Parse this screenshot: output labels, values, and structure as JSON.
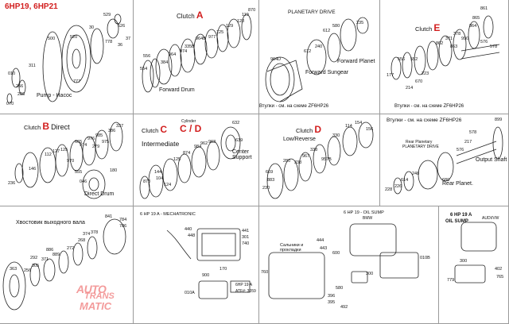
{
  "header": {
    "title": "6HP19, 6HP21"
  },
  "panels": {
    "pump": {
      "caption": "Pump - Насос",
      "numbers": [
        "529",
        "520",
        "500",
        "311",
        "010",
        "070",
        "286",
        "266",
        "777",
        "778",
        "36",
        "37",
        "30",
        "526"
      ]
    },
    "clutch_a": {
      "label": "Clutch",
      "letter": "A",
      "caption": "Forward Drum",
      "numbers": [
        "554",
        "556",
        "384",
        "964",
        "974",
        "335B",
        "964B",
        "977",
        "125",
        "129",
        "128",
        "119",
        "870"
      ],
      "note": "Втулки - см. на схеме ZF6HP26"
    },
    "planetary": {
      "label": "PLANETARY DRIVE",
      "caption_sungear": "Forward Sungear",
      "caption_planet": "Forward Planet",
      "numbers": [
        "964D",
        "612",
        "240",
        "612",
        "580",
        "235"
      ]
    },
    "clutch_e": {
      "label": "Clutch",
      "letter": "E",
      "numbers": [
        "861",
        "865",
        "864",
        "378",
        "990",
        "371",
        "863",
        "862",
        "576",
        "578",
        "556",
        "552",
        "223",
        "670",
        "214",
        "177"
      ],
      "note": "Втулки - см. на схеме ZF6HP26"
    },
    "clutch_b": {
      "label": "Clutch",
      "letter": "B",
      "word": "Direct",
      "caption": "Direct Drum",
      "numbers": [
        "386",
        "337",
        "985",
        "976",
        "974",
        "665",
        "975",
        "125",
        "127",
        "112",
        "146",
        "236",
        "279",
        "970",
        "046",
        "555",
        "180"
      ]
    },
    "clutch_cd": {
      "label": "Clutch",
      "letter": "C",
      "letter2": "C / D",
      "small": "Cylinder",
      "word": "Intermediate",
      "caption": "Center Support",
      "numbers": [
        "632",
        "639",
        "963",
        "984",
        "962",
        "125",
        "874",
        "144",
        "104",
        "124",
        "873"
      ]
    },
    "clutch_d": {
      "label": "Clutch",
      "letter": "D",
      "word": "Low/Reverse",
      "numbers": [
        "114",
        "154",
        "156",
        "330",
        "338",
        "957B",
        "967",
        "338",
        "280",
        "669",
        "883",
        "230"
      ]
    },
    "rear": {
      "label": "Втулки - см. на схеме ZF6HP26",
      "small": "Rear Planetary",
      "small2": "PLANETARY DRIVE",
      "caption_shaft": "Output Shaft",
      "caption_planet": "Rear Planet.",
      "numbers": [
        "899",
        "578",
        "217",
        "576",
        "680",
        "614",
        "226",
        "228",
        "248"
      ]
    },
    "output_shaft": {
      "caption": "Хвостовик выходного вала",
      "numbers": [
        "841",
        "784",
        "786",
        "378",
        "268",
        "272",
        "889",
        "886",
        "374",
        "371",
        "292",
        "305",
        "256",
        "363"
      ]
    },
    "mechatronic": {
      "label": "6 HP 19 A - MECHATRONIC",
      "numbers": [
        "440",
        "448",
        "441",
        "301",
        "740",
        "170",
        "900",
        "010A"
      ],
      "small": "6HP 19 A",
      "small2": "ATF#: 3059"
    },
    "oil_sump": {
      "label": "6 HP 19 - OIL SUMP",
      "small": "BMW",
      "caption": "Сальники и прокладки",
      "numbers": [
        "444",
        "443",
        "600",
        "760",
        "300",
        "580",
        "396",
        "395",
        "010B",
        "492"
      ]
    },
    "oil_sump_a": {
      "label": "6 HP 19 A",
      "label2": "OIL SUMP",
      "small": "AUDI/VW",
      "numbers": [
        "300",
        "402",
        "765",
        "779"
      ]
    }
  },
  "watermark": {
    "line1": "AUTO",
    "line2": "TRANS",
    "line3": "MATIC"
  },
  "colors": {
    "accent": "#d21f1f",
    "ink": "#111111",
    "rule": "#9a9a9a"
  }
}
